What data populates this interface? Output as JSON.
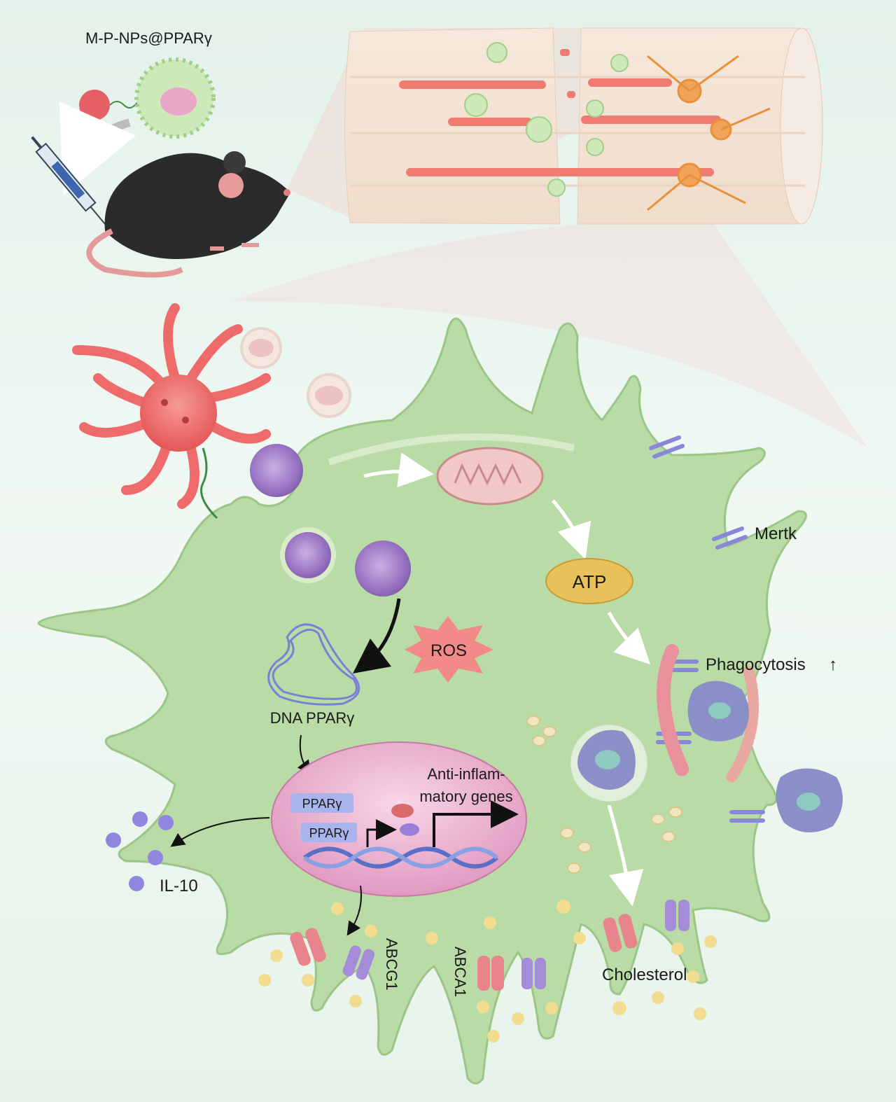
{
  "title": "M-P-NPs@PPARγ",
  "labels": {
    "mertk": "Mertk",
    "atp": "ATP",
    "ros": "ROS",
    "phagocytosis": "Phagocytosis",
    "phagocytosis_arrow": "↑",
    "dna_ppar": "DNA PPARγ",
    "anti_inflam_1": "Anti-inflam-",
    "anti_inflam_2": "matory genes",
    "ppar_1": "PPARγ",
    "ppar_2": "PPARγ",
    "il10": "IL-10",
    "abcg1": "ABCG1",
    "abca1": "ABCA1",
    "cholesterol": "Cholesterol"
  },
  "colors": {
    "background": "#eaf5ee",
    "cell": "#b9dba6",
    "nucleus": "#e7a7c9",
    "nanoparticle": "#a07bc4",
    "microglia": "#ee6b6b",
    "atp": "#e9c15a",
    "ros": "#f28a8a",
    "il10": "#8f86e0",
    "cholesterol": "#f1dc90"
  }
}
